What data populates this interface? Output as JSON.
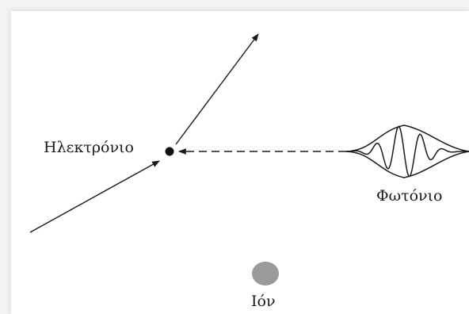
{
  "labels": {
    "electron": "Ηλεκτρόνιο",
    "photon": "Φωτόνιο",
    "ion": "Ιόν"
  },
  "colors": {
    "line": "#1a1a1a",
    "electron": "#111111",
    "ion": "#9a9a9a",
    "panel": "#ffffff",
    "background": "#f3f3f3"
  }
}
